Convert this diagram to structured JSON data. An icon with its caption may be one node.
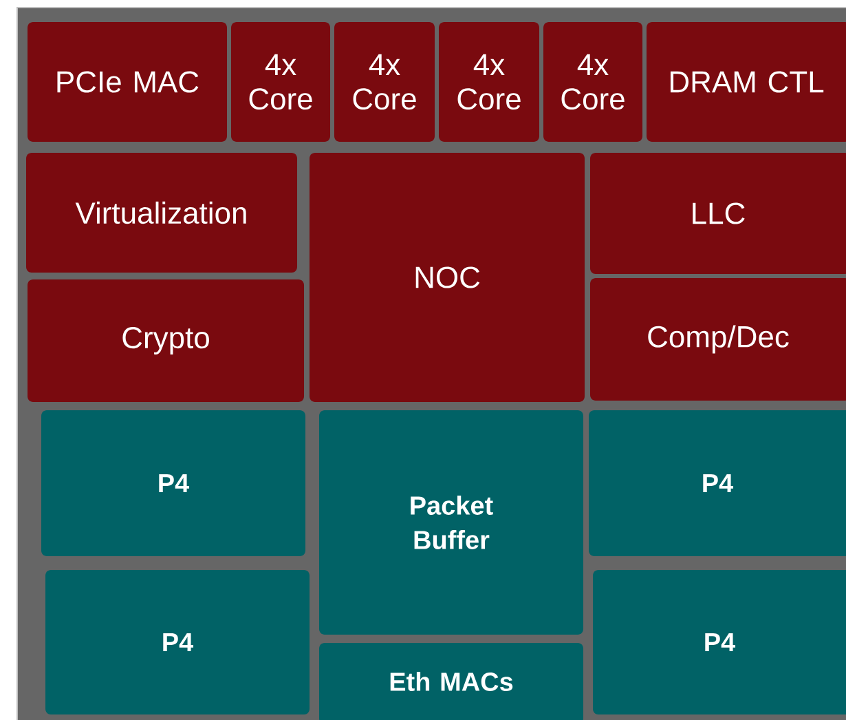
{
  "diagram": {
    "nodes": [
      {
        "text": [],
        "shape": "box"
      },
      {
        "text": [
          "PCIe MAC"
        ],
        "in": 0
      },
      {
        "text": [
          "4x Core"
        ],
        "in": 0
      },
      {
        "text": [
          "4x Core"
        ],
        "in": 0
      },
      {
        "text": [
          "4x Core"
        ],
        "in": 0
      },
      {
        "text": [
          "4x Core"
        ],
        "in": 0
      },
      {
        "text": [
          "DRAM CTL"
        ],
        "in": 0
      },
      {
        "text": [
          "Virtualization"
        ],
        "in": 0
      },
      {
        "text": [
          "NOC"
        ],
        "in": 0
      },
      {
        "text": [
          "LLC"
        ],
        "in": 0
      },
      {
        "text": [
          "Crypto"
        ],
        "in": 0
      },
      {
        "text": [
          "Comp/Dec"
        ],
        "in": 0
      },
      {
        "text": [
          "P4"
        ],
        "in": 0
      },
      {
        "text": [
          "Packet Buffer"
        ],
        "in": 0
      },
      {
        "text": [
          "P4"
        ],
        "in": 0
      },
      {
        "text": [
          "P4"
        ],
        "in": 0
      },
      {
        "text": [
          "P4"
        ],
        "in": 0
      },
      {
        "text": [
          "Eth MACs"
        ],
        "in": 0
      }
    ]
  }
}
